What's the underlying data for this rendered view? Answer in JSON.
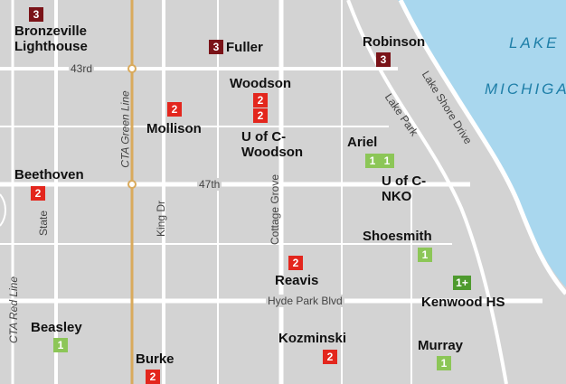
{
  "colors": {
    "land": "#d3d3d3",
    "road": "#ffffff",
    "lake": "#a9d7ee",
    "green_line": "#d9aa5c",
    "level_3": "#7a1318",
    "level_2": "#e3261d",
    "level_1": "#8cc657",
    "level_1plus": "#4e9a2e"
  },
  "lake_label": {
    "line1": "LAKE",
    "line2": "MICHIGA"
  },
  "streets": {
    "s43rd": "43rd",
    "s47th": "47th",
    "state": "State",
    "king_dr": "King Dr",
    "cottage_grove": "Cottage Grove",
    "hyde_park_blvd": "Hyde Park Blvd",
    "lake_park": "Lake Park",
    "lake_shore_drive": "Lake Shore Drive",
    "cta_green_line": "CTA Green Line",
    "cta_red_line": "CTA Red Line"
  },
  "schools": {
    "bronzeville": {
      "name": "Bronzeville\nLighthouse",
      "rating": "3"
    },
    "fuller": {
      "name": "Fuller",
      "rating": "3"
    },
    "robinson": {
      "name": "Robinson",
      "rating": "3"
    },
    "woodson": {
      "name": "Woodson",
      "rating": "2"
    },
    "mollison": {
      "name": "Mollison",
      "rating": "2"
    },
    "uofc_woodson": {
      "name": "U of C-\nWoodson",
      "rating": "2"
    },
    "ariel": {
      "name": "Ariel",
      "rating1": "1",
      "rating2": "1"
    },
    "beethoven": {
      "name": "Beethoven",
      "rating": "2"
    },
    "uofc_nko": {
      "name": "U of C-\nNKO"
    },
    "shoesmith": {
      "name": "Shoesmith",
      "rating": "1"
    },
    "reavis": {
      "name": "Reavis",
      "rating": "2"
    },
    "kenwood": {
      "name": "Kenwood HS",
      "rating": "1+"
    },
    "beasley": {
      "name": "Beasley",
      "rating": "1"
    },
    "kozminski": {
      "name": "Kozminski",
      "rating": "2"
    },
    "murray": {
      "name": "Murray",
      "rating": "1"
    },
    "burke": {
      "name": "Burke",
      "rating": "2"
    }
  }
}
